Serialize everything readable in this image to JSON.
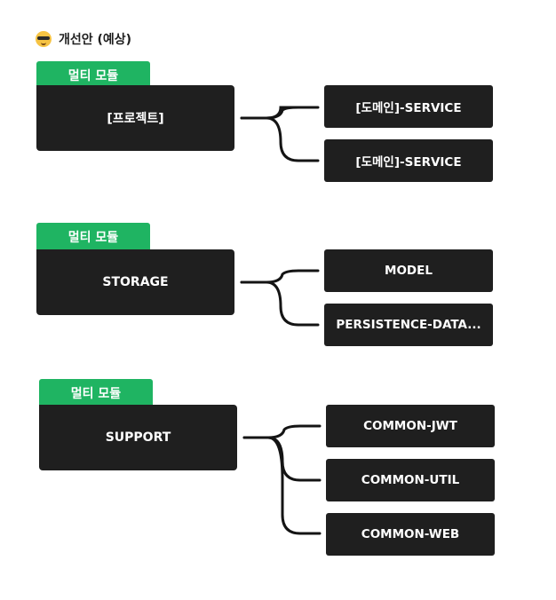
{
  "heading": {
    "icon": "sunglasses-emoji-icon",
    "title": "개선안 (예상)"
  },
  "groups": [
    {
      "tag": "멀티 모듈",
      "name": "[프로젝트]",
      "children": [
        "[도메인]-SERVICE",
        "[도메인]-SERVICE"
      ]
    },
    {
      "tag": "멀티 모듈",
      "name": "STORAGE",
      "children": [
        "MODEL",
        "PERSISTENCE-DATA..."
      ]
    },
    {
      "tag": "멀티 모듈",
      "name": "SUPPORT",
      "children": [
        "COMMON-JWT",
        "COMMON-UTIL",
        "COMMON-WEB"
      ]
    }
  ],
  "colors": {
    "tag": "#1fb462",
    "box": "#1f1f1f",
    "text": "#ffffff"
  }
}
